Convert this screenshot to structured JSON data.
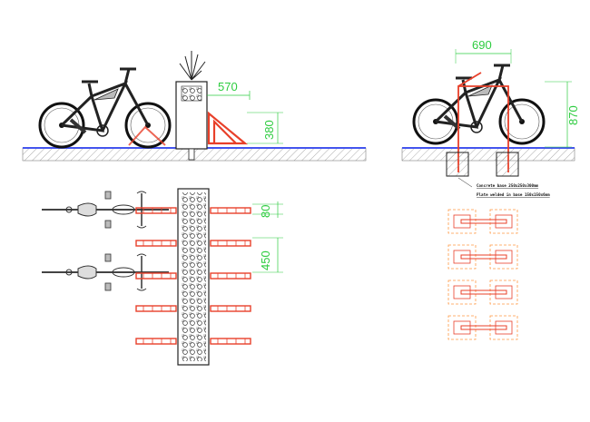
{
  "drawing": {
    "side_view": {
      "dim_width": "570",
      "dim_height": "380"
    },
    "end_view": {
      "dim_width": "690",
      "dim_height": "870",
      "note_concrete": "Concrete base 250x250x300mm",
      "note_plate": "Plate welded in base 150x150x6mm"
    },
    "plan_view": {
      "dim_small": "80",
      "dim_spacing": "450"
    }
  },
  "colors": {
    "rack": "#e8402a",
    "dimension": "#2ecc40",
    "ground": "#4455ee",
    "hidden": "#ff9944",
    "line": "#222222"
  }
}
